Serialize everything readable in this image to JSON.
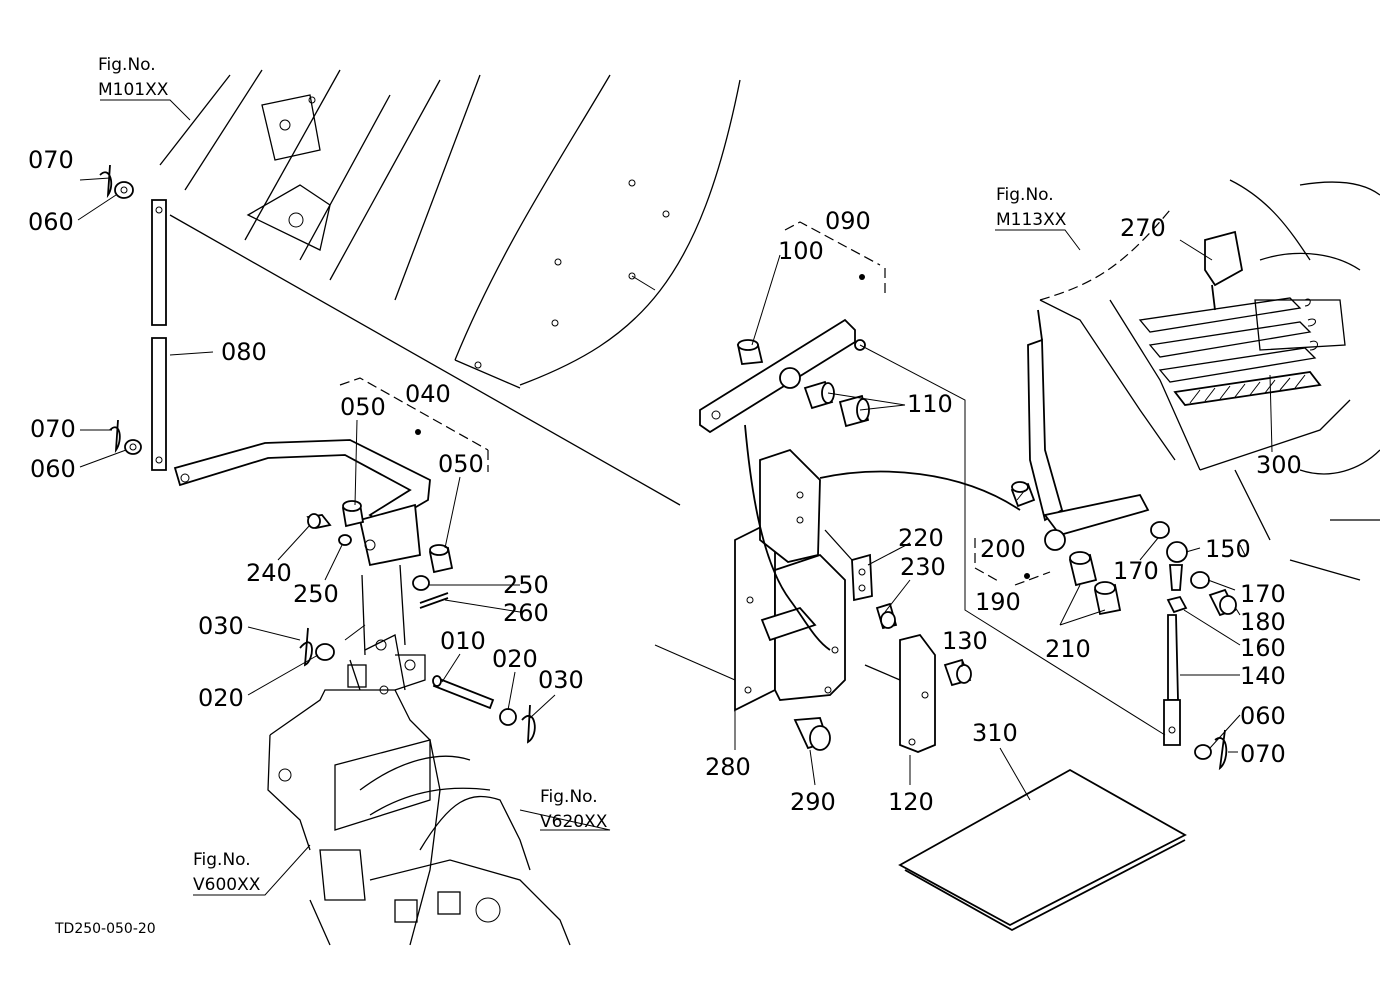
{
  "drawing_code": "TD250-050-20",
  "fig_references": [
    {
      "id": "m101",
      "label": "Fig.No.",
      "number": "M101XX"
    },
    {
      "id": "m113",
      "label": "Fig.No.",
      "number": "M113XX"
    },
    {
      "id": "v620",
      "label": "Fig.No.",
      "number": "V620XX"
    },
    {
      "id": "v600",
      "label": "Fig.No.",
      "number": "V600XX"
    }
  ],
  "callouts": [
    {
      "id": "c070a",
      "text": "070"
    },
    {
      "id": "c060a",
      "text": "060"
    },
    {
      "id": "c080",
      "text": "080"
    },
    {
      "id": "c070b",
      "text": "070"
    },
    {
      "id": "c060b",
      "text": "060"
    },
    {
      "id": "c040",
      "text": "040"
    },
    {
      "id": "c050a",
      "text": "050"
    },
    {
      "id": "c050b",
      "text": "050"
    },
    {
      "id": "c240",
      "text": "240"
    },
    {
      "id": "c250a",
      "text": "250"
    },
    {
      "id": "c250b",
      "text": "250"
    },
    {
      "id": "c260",
      "text": "260"
    },
    {
      "id": "c030a",
      "text": "030"
    },
    {
      "id": "c020a",
      "text": "020"
    },
    {
      "id": "c010",
      "text": "010"
    },
    {
      "id": "c020b",
      "text": "020"
    },
    {
      "id": "c030b",
      "text": "030"
    },
    {
      "id": "c090",
      "text": "090"
    },
    {
      "id": "c100",
      "text": "100"
    },
    {
      "id": "c110",
      "text": "110"
    },
    {
      "id": "c220",
      "text": "220"
    },
    {
      "id": "c230",
      "text": "230"
    },
    {
      "id": "c200",
      "text": "200"
    },
    {
      "id": "c190",
      "text": "190"
    },
    {
      "id": "c210",
      "text": "210"
    },
    {
      "id": "c130",
      "text": "130"
    },
    {
      "id": "c280",
      "text": "280"
    },
    {
      "id": "c290",
      "text": "290"
    },
    {
      "id": "c120",
      "text": "120"
    },
    {
      "id": "c270",
      "text": "270"
    },
    {
      "id": "c300",
      "text": "300"
    },
    {
      "id": "c170a",
      "text": "170"
    },
    {
      "id": "c150",
      "text": "150"
    },
    {
      "id": "c170b",
      "text": "170"
    },
    {
      "id": "c180",
      "text": "180"
    },
    {
      "id": "c160",
      "text": "160"
    },
    {
      "id": "c140",
      "text": "140"
    },
    {
      "id": "c060c",
      "text": "060"
    },
    {
      "id": "c070c",
      "text": "070"
    },
    {
      "id": "c310",
      "text": "310"
    }
  ]
}
